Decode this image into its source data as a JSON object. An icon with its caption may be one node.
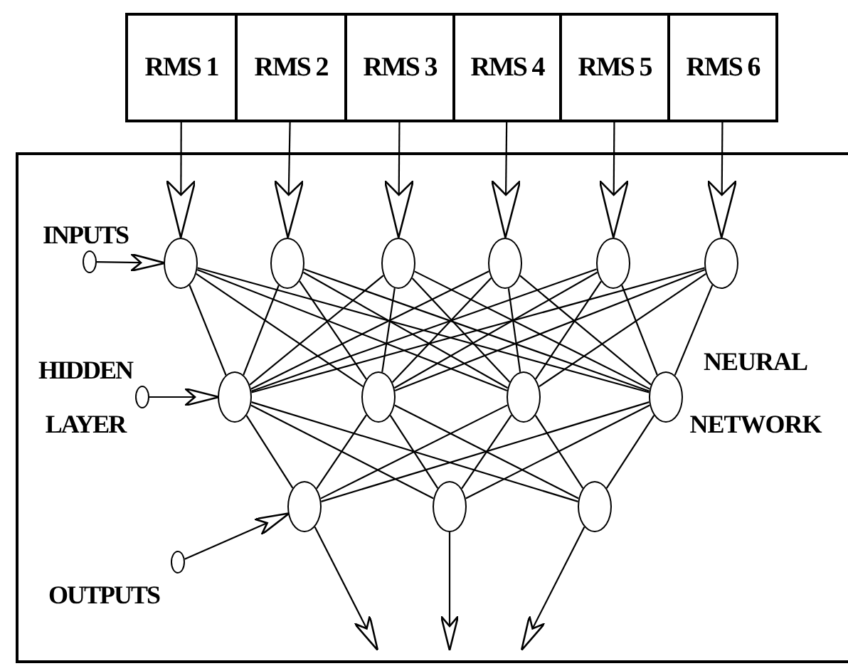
{
  "diagram": {
    "nodes": [
      {
        "text": [
          "RMS 1"
        ]
      },
      {
        "text": [
          "RMS 2"
        ]
      },
      {
        "text": [
          "RMS 3"
        ]
      },
      {
        "text": [
          "RMS 4"
        ]
      },
      {
        "text": [
          "RMS 5"
        ]
      },
      {
        "text": [
          "RMS 6"
        ]
      },
      {
        "text": [
          "NEURAL NETWORK"
        ]
      },
      {
        "text": [],
        "shape": "circle",
        "in": 6
      },
      {
        "text": [],
        "shape": "circle",
        "in": 6
      },
      {
        "text": [],
        "shape": "circle",
        "in": 6
      },
      {
        "text": [],
        "shape": "circle",
        "in": 6
      },
      {
        "text": [],
        "shape": "circle",
        "in": 6
      },
      {
        "text": [],
        "shape": "circle",
        "in": 6
      },
      {
        "text": [],
        "shape": "circle",
        "in": 6
      },
      {
        "text": [],
        "shape": "circle",
        "in": 6
      },
      {
        "text": [],
        "shape": "circle",
        "in": 6
      },
      {
        "text": [],
        "shape": "circle",
        "in": 6
      },
      {
        "text": [],
        "shape": "circle",
        "in": 6
      },
      {
        "text": [],
        "shape": "circle",
        "in": 6
      },
      {
        "text": [],
        "shape": "circle",
        "in": 6
      },
      {
        "text": [],
        "shape": "circle",
        "in": 6
      },
      {
        "text": [],
        "shape": "circle",
        "in": 6
      },
      {
        "text": [],
        "shape": "circle",
        "in": 6
      }
    ],
    "edges": [
      {
        "from": 0,
        "to": 8,
        "arrow": "to"
      },
      {
        "from": 1,
        "to": 9,
        "arrow": "to"
      },
      {
        "from": 2,
        "to": 10,
        "arrow": "to"
      },
      {
        "from": 3,
        "to": 11,
        "arrow": "to"
      },
      {
        "from": 4,
        "to": 12,
        "arrow": "to"
      },
      {
        "from": 5,
        "to": 13,
        "arrow": "to"
      },
      {
        "from": 7,
        "to": 8,
        "arrow": "to"
      },
      {
        "from": 14,
        "to": 15,
        "arrow": "to"
      },
      {
        "from": 19,
        "to": 20,
        "arrow": "to"
      },
      {
        "from": 8,
        "to": 15,
        "arrow": "none"
      },
      {
        "from": 8,
        "to": 16,
        "arrow": "none"
      },
      {
        "from": 8,
        "to": 17,
        "arrow": "none"
      },
      {
        "from": 8,
        "to": 18,
        "arrow": "none"
      },
      {
        "from": 9,
        "to": 15,
        "arrow": "none"
      },
      {
        "from": 9,
        "to": 16,
        "arrow": "none"
      },
      {
        "from": 9,
        "to": 17,
        "arrow": "none"
      },
      {
        "from": 9,
        "to": 18,
        "arrow": "none"
      },
      {
        "from": 10,
        "to": 15,
        "arrow": "none"
      },
      {
        "from": 10,
        "to": 16,
        "arrow": "none"
      },
      {
        "from": 10,
        "to": 17,
        "arrow": "none"
      },
      {
        "from": 10,
        "to": 18,
        "arrow": "none"
      },
      {
        "from": 11,
        "to": 15,
        "arrow": "none"
      },
      {
        "from": 11,
        "to": 16,
        "arrow": "none"
      },
      {
        "from": 11,
        "to": 17,
        "arrow": "none"
      },
      {
        "from": 11,
        "to": 18,
        "arrow": "none"
      },
      {
        "from": 12,
        "to": 15,
        "arrow": "none"
      },
      {
        "from": 12,
        "to": 16,
        "arrow": "none"
      },
      {
        "from": 12,
        "to": 17,
        "arrow": "none"
      },
      {
        "from": 12,
        "to": 18,
        "arrow": "none"
      },
      {
        "from": 13,
        "to": 15,
        "arrow": "none"
      },
      {
        "from": 13,
        "to": 16,
        "arrow": "none"
      },
      {
        "from": 13,
        "to": 17,
        "arrow": "none"
      },
      {
        "from": 13,
        "to": 18,
        "arrow": "none"
      },
      {
        "from": 15,
        "to": 20,
        "arrow": "none"
      },
      {
        "from": 15,
        "to": 21,
        "arrow": "none"
      },
      {
        "from": 15,
        "to": 22,
        "arrow": "none"
      },
      {
        "from": 16,
        "to": 20,
        "arrow": "none"
      },
      {
        "from": 16,
        "to": 21,
        "arrow": "none"
      },
      {
        "from": 16,
        "to": 22,
        "arrow": "none"
      },
      {
        "from": 17,
        "to": 20,
        "arrow": "none"
      },
      {
        "from": 17,
        "to": 21,
        "arrow": "none"
      },
      {
        "from": 17,
        "to": 22,
        "arrow": "none"
      },
      {
        "from": 18,
        "to": 20,
        "arrow": "none"
      },
      {
        "from": 18,
        "to": 21,
        "arrow": "none"
      },
      {
        "from": 18,
        "to": 22,
        "arrow": "none"
      },
      {
        "from": 20,
        "to": null,
        "arrow": "to"
      },
      {
        "from": 21,
        "to": null,
        "arrow": "to"
      },
      {
        "from": 22,
        "to": null,
        "arrow": "to"
      }
    ],
    "labels": [
      "INPUTS",
      "HIDDEN LAYER",
      "OUTPUTS"
    ]
  }
}
